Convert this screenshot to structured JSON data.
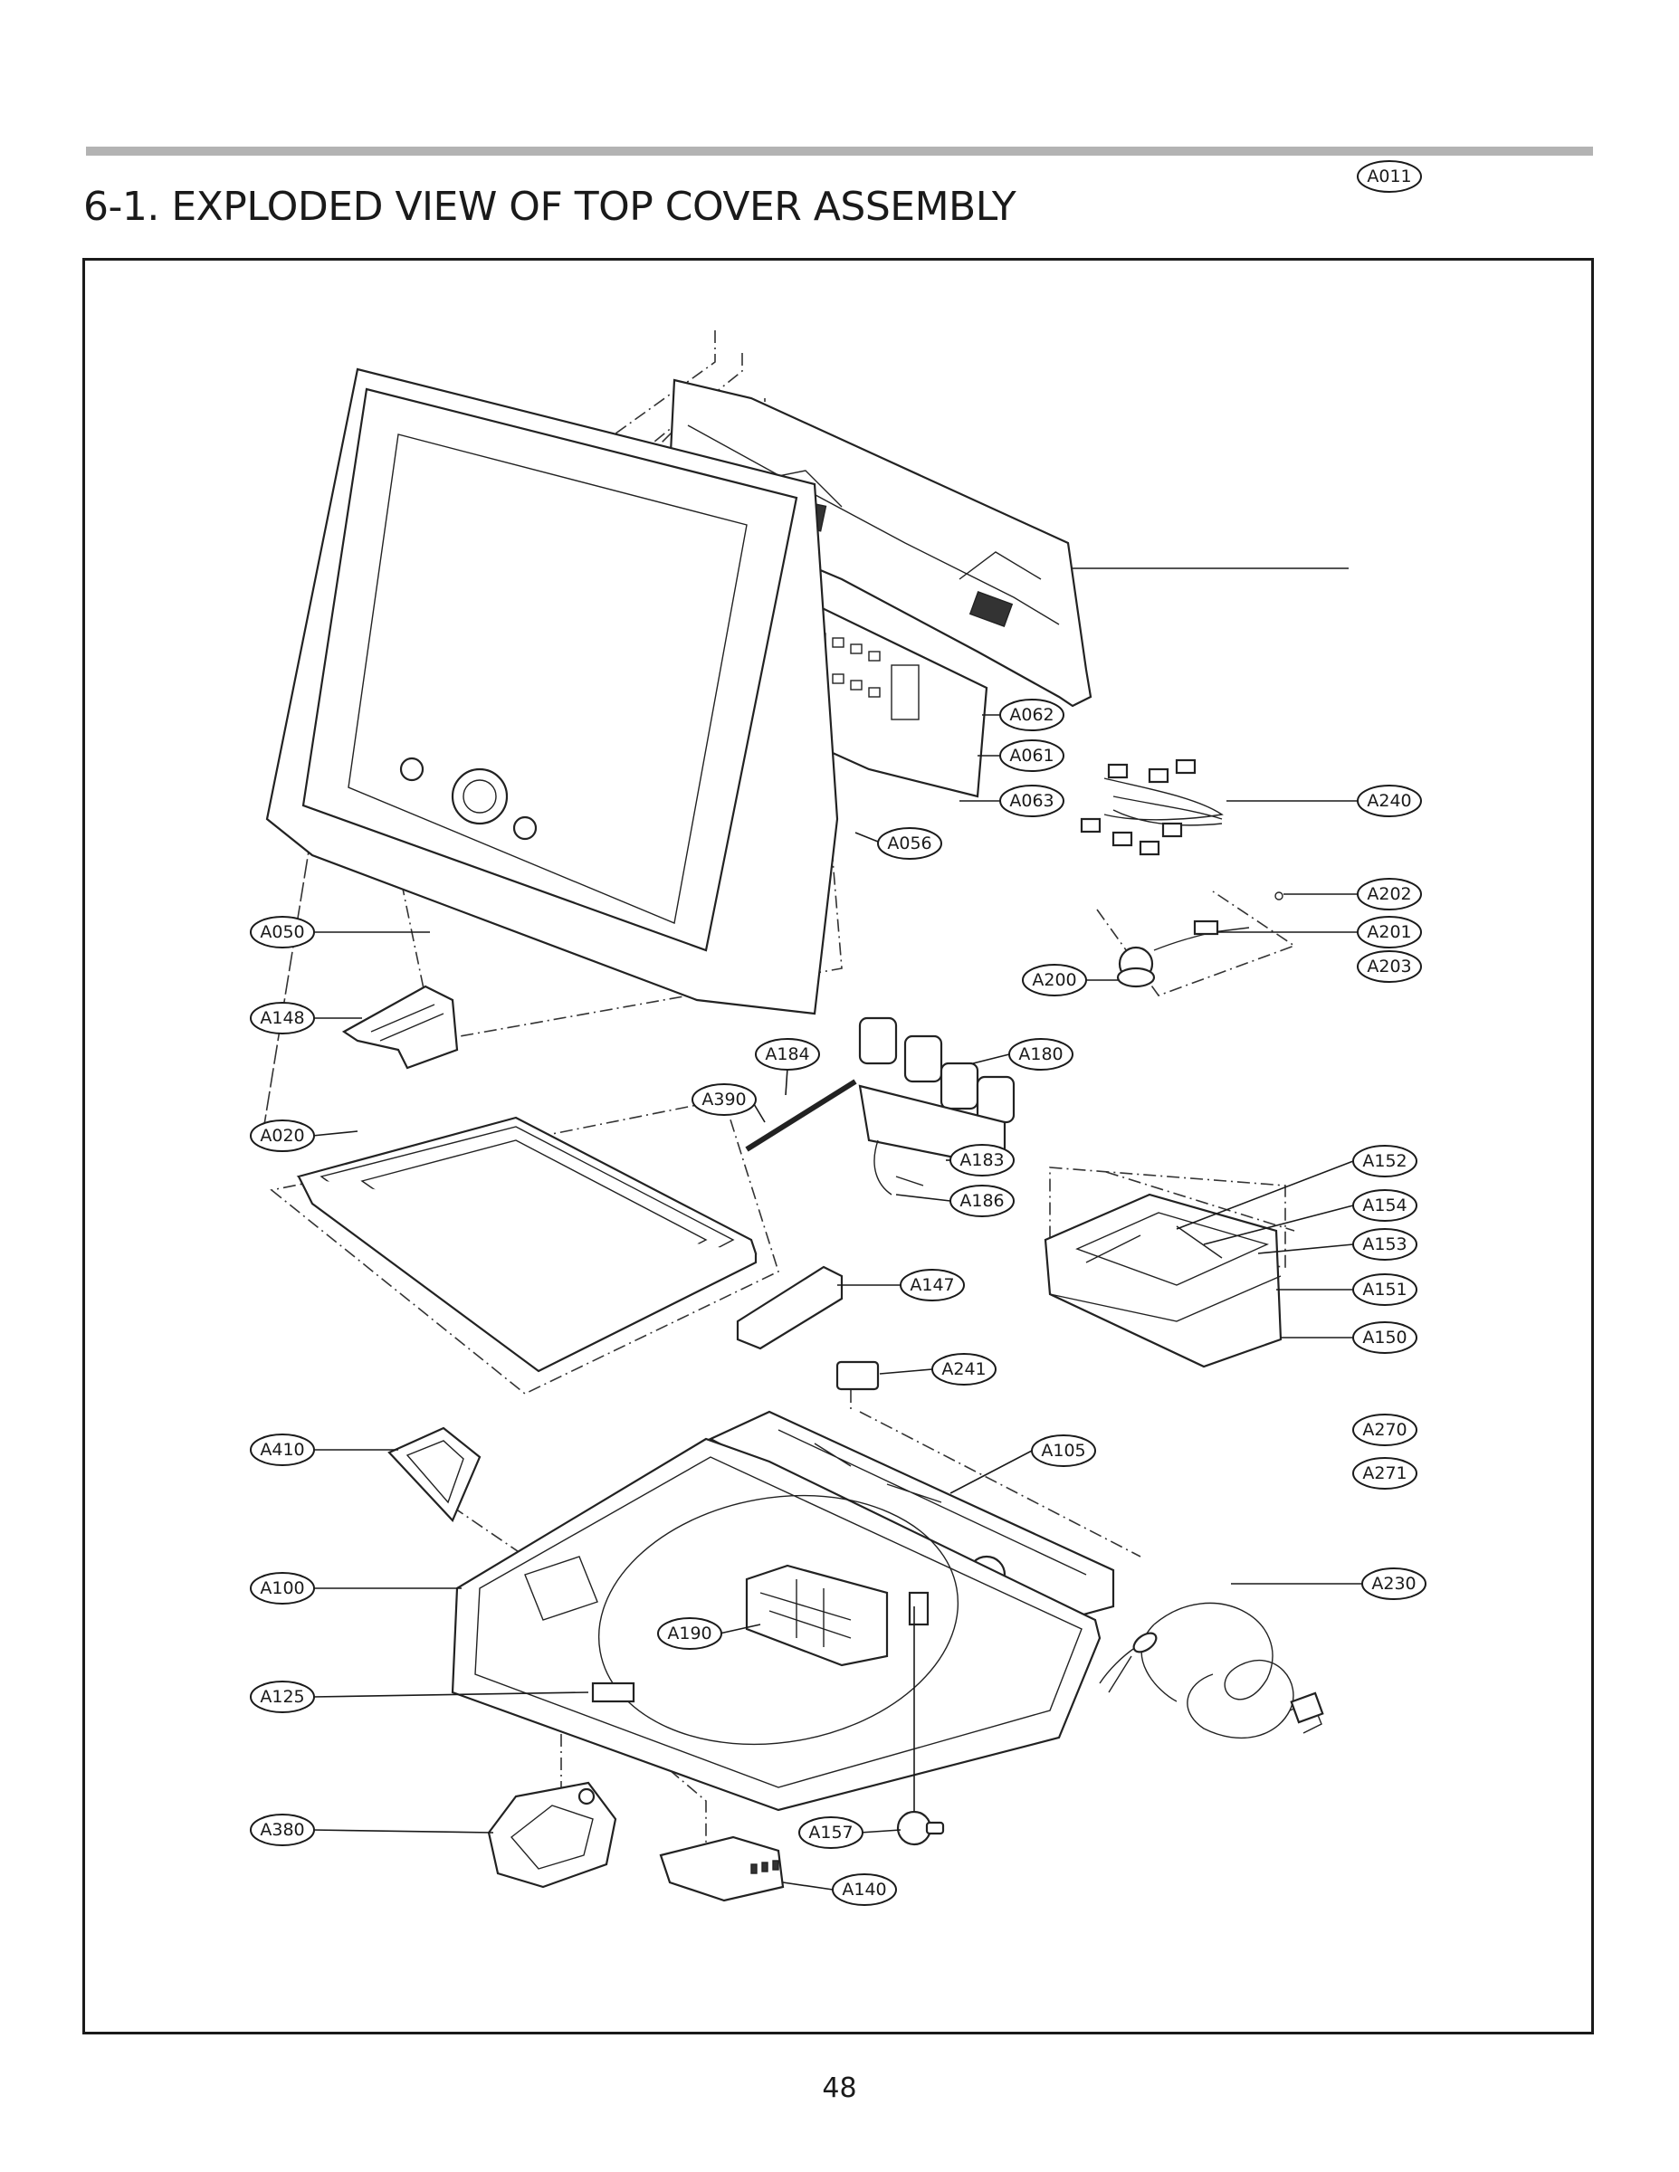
{
  "page": {
    "title": "6-1. EXPLODED VIEW OF TOP COVER ASSEMBLY",
    "page_number": "48"
  },
  "callouts": [
    {
      "id": "A011"
    },
    {
      "id": "A062"
    },
    {
      "id": "A061"
    },
    {
      "id": "A063"
    },
    {
      "id": "A056"
    },
    {
      "id": "A240"
    },
    {
      "id": "A202"
    },
    {
      "id": "A201"
    },
    {
      "id": "A203"
    },
    {
      "id": "A200"
    },
    {
      "id": "A050"
    },
    {
      "id": "A148"
    },
    {
      "id": "A184"
    },
    {
      "id": "A180"
    },
    {
      "id": "A390"
    },
    {
      "id": "A020"
    },
    {
      "id": "A183"
    },
    {
      "id": "A186"
    },
    {
      "id": "A152"
    },
    {
      "id": "A154"
    },
    {
      "id": "A153"
    },
    {
      "id": "A151"
    },
    {
      "id": "A147"
    },
    {
      "id": "A150"
    },
    {
      "id": "A241"
    },
    {
      "id": "A270"
    },
    {
      "id": "A410"
    },
    {
      "id": "A105"
    },
    {
      "id": "A271"
    },
    {
      "id": "A100"
    },
    {
      "id": "A230"
    },
    {
      "id": "A190"
    },
    {
      "id": "A125"
    },
    {
      "id": "A380"
    },
    {
      "id": "A157"
    },
    {
      "id": "A140"
    }
  ]
}
